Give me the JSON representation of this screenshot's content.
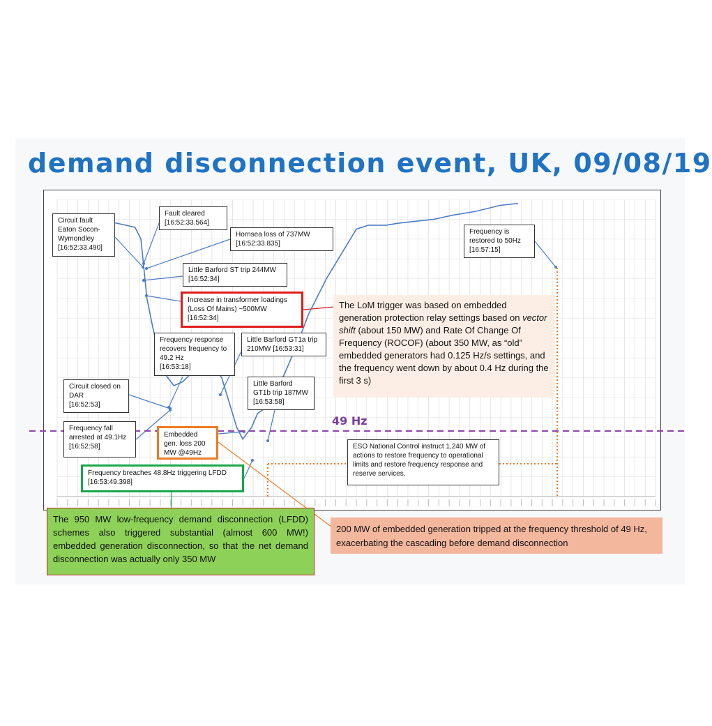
{
  "title": "demand disconnection event, UK, 09/08/19",
  "threshold_label": "49 Hz",
  "colors": {
    "title": "#1f72c4",
    "frequency_line": "#4a7cc8",
    "threshold_line": "#8e44ad",
    "leader_line": "#ef7a22",
    "red_box": "#e01b1b",
    "orange_box": "#ef7a22",
    "green_box": "#18a84a",
    "lom_note_bg": "#fdeee5",
    "lfdd_note_bg": "#8ed158",
    "embedded_note_bg": "#f3b79e"
  },
  "chart_data": {
    "type": "line",
    "title": "",
    "xlabel": "",
    "ylabel": "",
    "ylim": [
      48.6,
      50.1
    ],
    "threshold": 49.0,
    "series": [
      {
        "values": [
          [
            0.02,
            49.98
          ],
          [
            0.05,
            49.97
          ],
          [
            0.08,
            49.99
          ],
          [
            0.1,
            49.98
          ],
          [
            0.13,
            49.96
          ],
          [
            0.14,
            49.9
          ],
          [
            0.145,
            49.75
          ],
          [
            0.15,
            49.6
          ],
          [
            0.16,
            49.45
          ],
          [
            0.17,
            49.32
          ],
          [
            0.18,
            49.22
          ],
          [
            0.195,
            49.16
          ],
          [
            0.21,
            49.18
          ],
          [
            0.23,
            49.24
          ],
          [
            0.245,
            49.27
          ],
          [
            0.26,
            49.26
          ],
          [
            0.275,
            49.2
          ],
          [
            0.29,
            49.05
          ],
          [
            0.3,
            48.95
          ],
          [
            0.31,
            48.89
          ],
          [
            0.325,
            48.95
          ],
          [
            0.335,
            49.02
          ],
          [
            0.345,
            49.04
          ],
          [
            0.36,
            49.1
          ],
          [
            0.38,
            49.22
          ],
          [
            0.4,
            49.36
          ],
          [
            0.42,
            49.52
          ],
          [
            0.45,
            49.7
          ],
          [
            0.48,
            49.85
          ],
          [
            0.5,
            49.95
          ],
          [
            0.52,
            49.97
          ],
          [
            0.55,
            49.97
          ],
          [
            0.57,
            49.98
          ],
          [
            0.6,
            49.99
          ],
          [
            0.63,
            50.0
          ],
          [
            0.66,
            50.02
          ],
          [
            0.7,
            50.04
          ],
          [
            0.74,
            50.07
          ],
          [
            0.77,
            50.08
          ]
        ]
      }
    ]
  },
  "annotations": {
    "circuit_fault": [
      "Circuit fault",
      "Eaton Socon-",
      "Wymondley",
      "[16:52:33.490]"
    ],
    "fault_cleared": [
      "Fault cleared",
      "[16:52:33.564]"
    ],
    "hornsea": [
      "Hornsea loss of 737MW",
      "[16:52:33.835]"
    ],
    "little_barford_st": [
      "Little Barford ST trip 244MW",
      "[16:52:34]"
    ],
    "transformer": [
      "Increase in transformer loadings",
      "(Loss Of Mains) ~500MW",
      "[16:52:34]"
    ],
    "freq_response": [
      "Frequency response",
      "recovers frequency to",
      "49.2 Hz",
      "[16:53:18]"
    ],
    "gt1a": [
      "Little Barford GT1a trip",
      "210MW [16:53:31]"
    ],
    "restored": [
      "Frequency is",
      "restored to 50Hz",
      "[16:57:15]"
    ],
    "circuit_closed": [
      "Circuit closed on",
      "DAR",
      "[16:52:53]"
    ],
    "gt1b": [
      "Little Barford",
      "GT1b trip 187MW",
      "[16:53:58]"
    ],
    "freq_fall": [
      "Frequency fall",
      "arrested at 49.1Hz",
      "[16:52:58]"
    ],
    "embedded_loss": [
      "Embedded",
      "gen. loss 200",
      "MW @49Hz"
    ],
    "eso": [
      "ESO National Control instruct 1,240 MW of",
      "actions to restore frequency to operational",
      "limits and restore frequency response and",
      "reserve services."
    ],
    "breach": [
      "Frequency breaches 48.8Hz triggering LFDD",
      "[16:53:49.398]"
    ]
  },
  "notes": {
    "lom_part1": "The LoM trigger was based on embedded generation protection relay settings based on ",
    "lom_italic": "vector shift",
    "lom_part2": " (about 150 MW) and Rate Of Change Of Frequency (ROCOF) (about 350 MW, as “old” embedded generators had 0.125 Hz/s settings, and the frequency went down by about 0.4 Hz during the first 3 s)",
    "lfdd": "The 950 MW low-frequency demand disconnection (LFDD) schemes also triggered substantial (almost 600 MW!) embedded generation disconnection, so that the net demand disconnection was actually only 350 MW",
    "embedded": "200 MW of embedded generation tripped at the frequency threshold of 49 Hz, exacerbating the cascading before demand disconnection"
  }
}
